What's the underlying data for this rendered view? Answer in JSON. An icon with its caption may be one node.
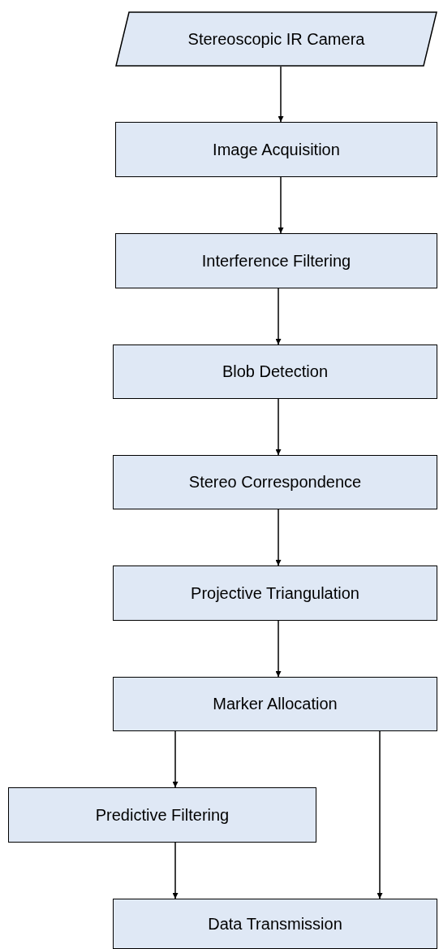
{
  "diagram": {
    "nodes": [
      {
        "text": [
          "Stereoscopic IR Camera"
        ]
      },
      {
        "text": [
          "Image Acquisition"
        ]
      },
      {
        "text": [
          "Interference Filtering"
        ]
      },
      {
        "text": [
          "Blob Detection"
        ]
      },
      {
        "text": [
          "Stereo Correspondence"
        ]
      },
      {
        "text": [
          "Projective Triangulation"
        ]
      },
      {
        "text": [
          "Marker Allocation"
        ]
      },
      {
        "text": [
          "Predictive Filtering"
        ]
      },
      {
        "text": [
          "Data Transmission"
        ]
      }
    ],
    "edges": [
      {
        "from": 0,
        "to": 1,
        "arrow": "to"
      },
      {
        "from": 1,
        "to": 2,
        "arrow": "to"
      },
      {
        "from": 2,
        "to": 3,
        "arrow": "to"
      },
      {
        "from": 3,
        "to": 4,
        "arrow": "to"
      },
      {
        "from": 4,
        "to": 5,
        "arrow": "to"
      },
      {
        "from": 5,
        "to": 6,
        "arrow": "to"
      },
      {
        "from": 6,
        "to": 7,
        "arrow": "to"
      },
      {
        "from": 7,
        "to": 8,
        "arrow": "to"
      },
      {
        "from": 6,
        "to": 8,
        "arrow": "to"
      }
    ]
  }
}
